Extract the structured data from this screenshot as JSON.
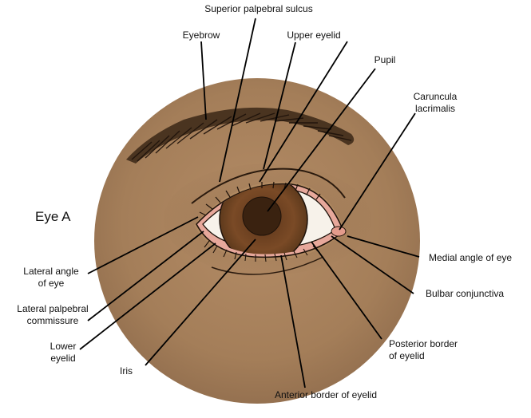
{
  "diagram": {
    "title": "Eye A",
    "labels": {
      "superior_palpebral_sulcus": "Superior palpebral sulcus",
      "eyebrow": "Eyebrow",
      "upper_eyelid": "Upper eyelid",
      "pupil": "Pupil",
      "caruncula_lacrimalis": [
        "Caruncula",
        "lacrimalis"
      ],
      "medial_angle": "Medial angle of eye",
      "bulbar_conjunctiva": "Bulbar conjunctiva",
      "posterior_border": [
        "Posterior border",
        "of eyelid"
      ],
      "anterior_border": "Anterior border of eyelid",
      "iris": "Iris",
      "lower_eyelid": [
        "Lower",
        "eyelid"
      ],
      "lateral_palpebral_commissure": [
        "Lateral palpebral",
        "commissure"
      ],
      "lateral_angle": [
        "Lateral angle",
        "of eye"
      ]
    }
  },
  "colors": {
    "skin": "#a8825d",
    "iris": "#7a4a26",
    "pupil": "#3a2210",
    "sclera": "#f7f2ea",
    "lid_margin": "#e7a89b",
    "leader_line": "#000000"
  }
}
